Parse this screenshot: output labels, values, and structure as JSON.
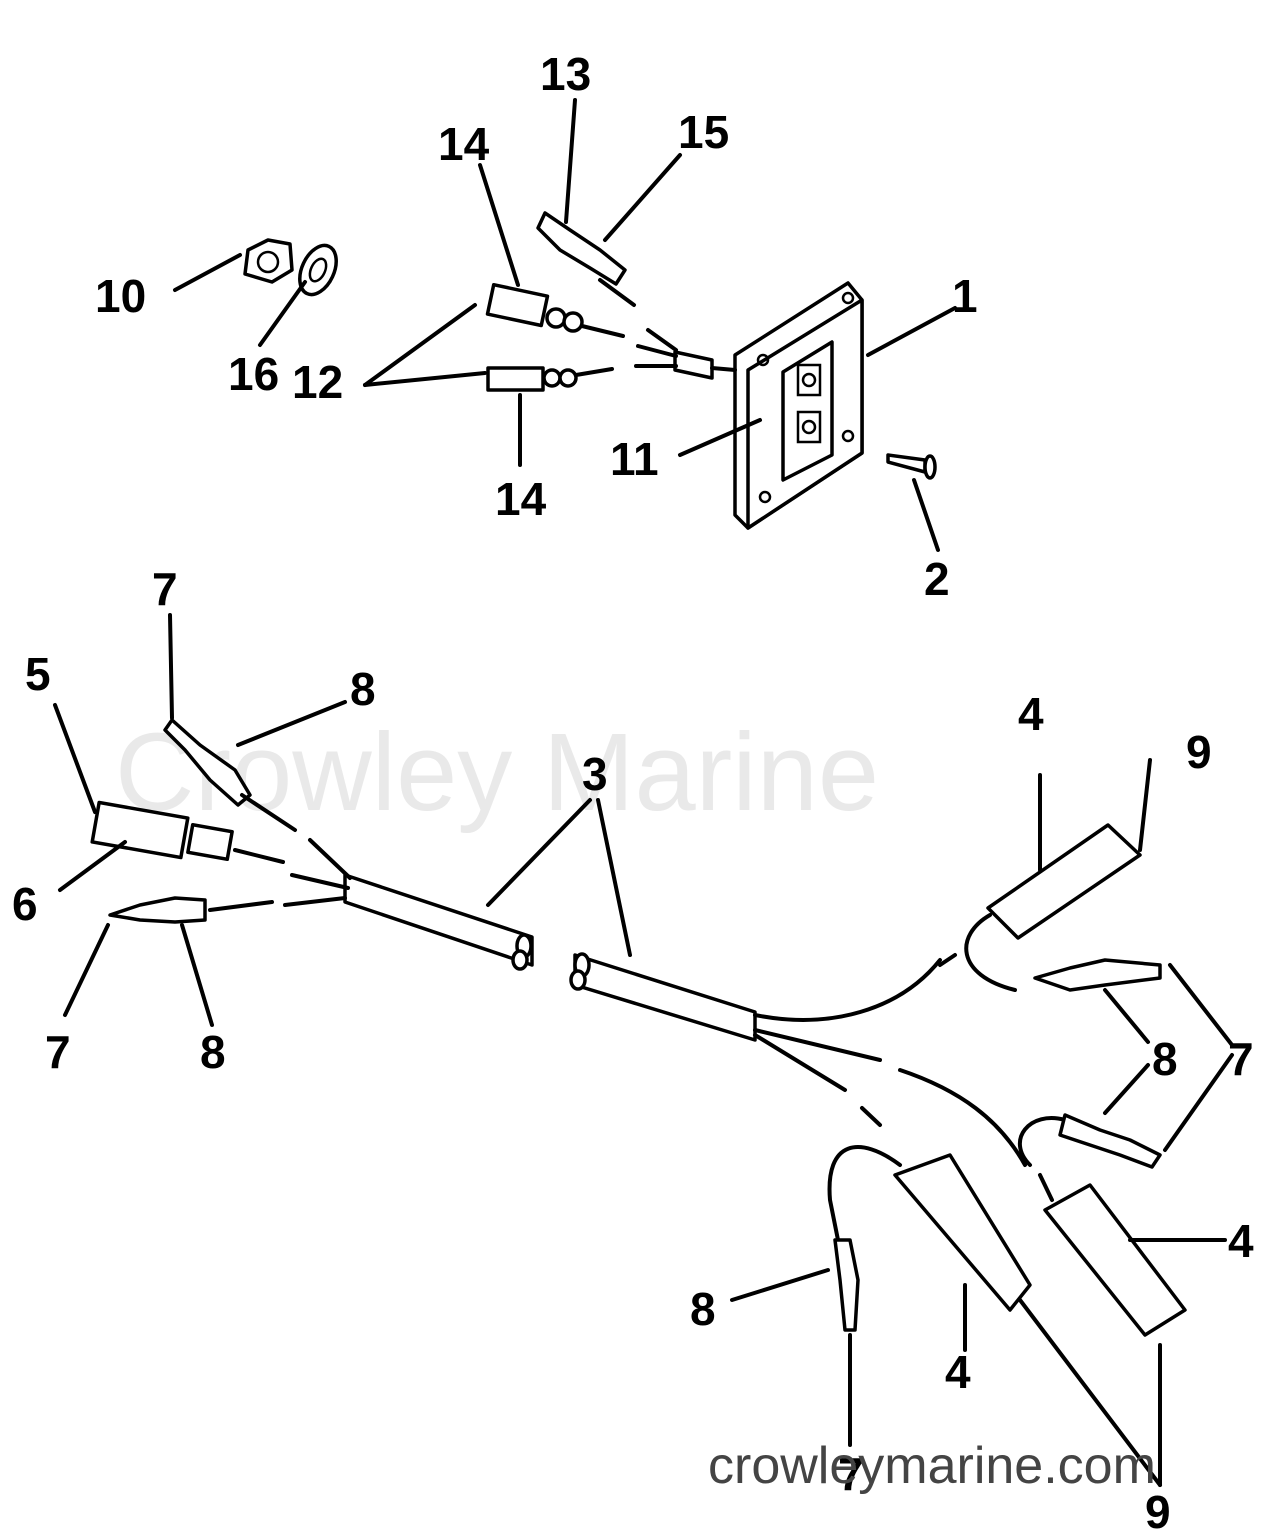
{
  "watermark": "Crowley Marine",
  "footer_text": "crowleymarine.com",
  "callouts": {
    "c1": "1",
    "c2": "2",
    "c3": "3",
    "c4a": "4",
    "c4b": "4",
    "c4c": "4",
    "c5": "5",
    "c6": "6",
    "c7a": "7",
    "c7b": "7",
    "c7c": "7",
    "c7d": "7",
    "c8a": "8",
    "c8b": "8",
    "c8c": "8",
    "c8d": "8",
    "c9a": "9",
    "c9b": "9",
    "c10": "10",
    "c11": "11",
    "c12": "12",
    "c13": "13",
    "c14a": "14",
    "c14b": "14",
    "c15": "15",
    "c16": "16"
  }
}
